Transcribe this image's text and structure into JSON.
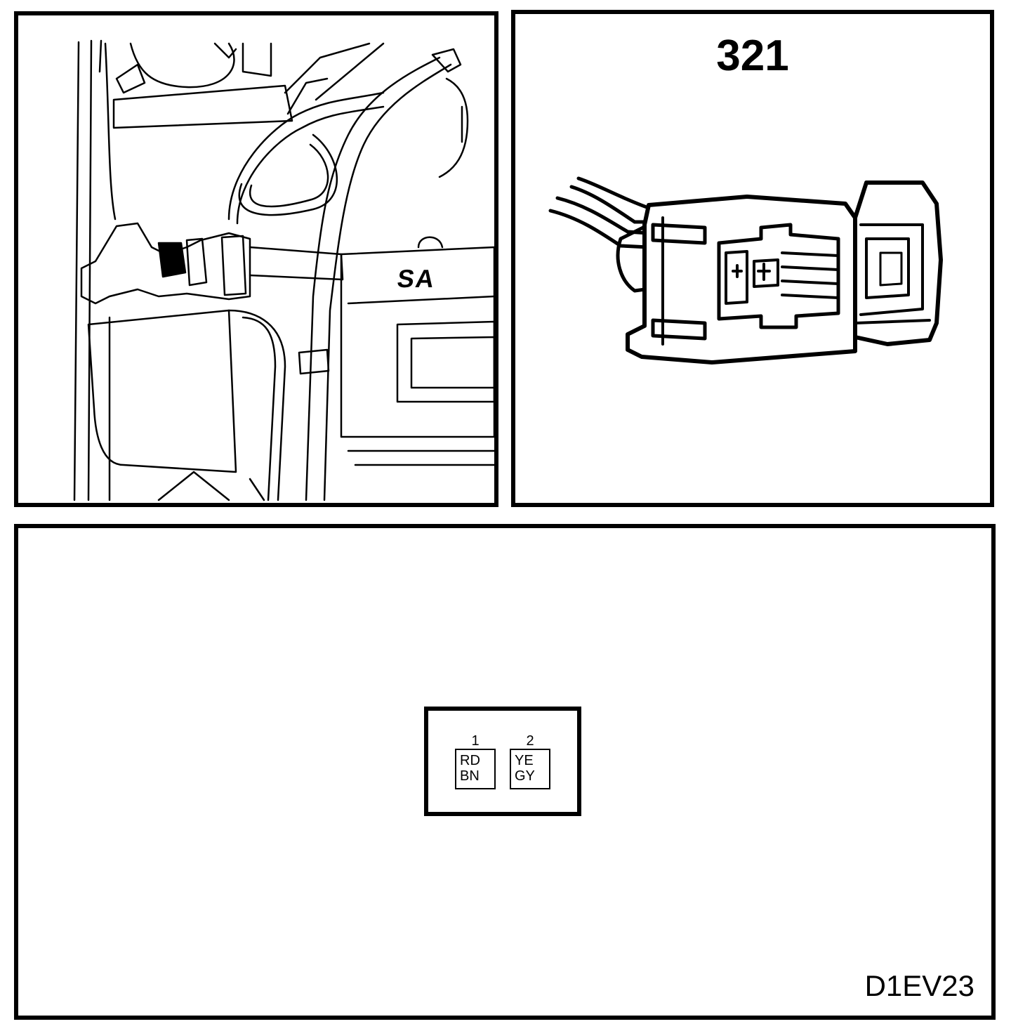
{
  "connector": {
    "number": "321"
  },
  "pinout": {
    "pins": [
      {
        "number": "1",
        "colors": [
          "RD",
          "BN"
        ]
      },
      {
        "number": "2",
        "colors": [
          "YE",
          "GY"
        ]
      }
    ]
  },
  "figure_code": "D1EV23",
  "engine_badge_text": "SA"
}
